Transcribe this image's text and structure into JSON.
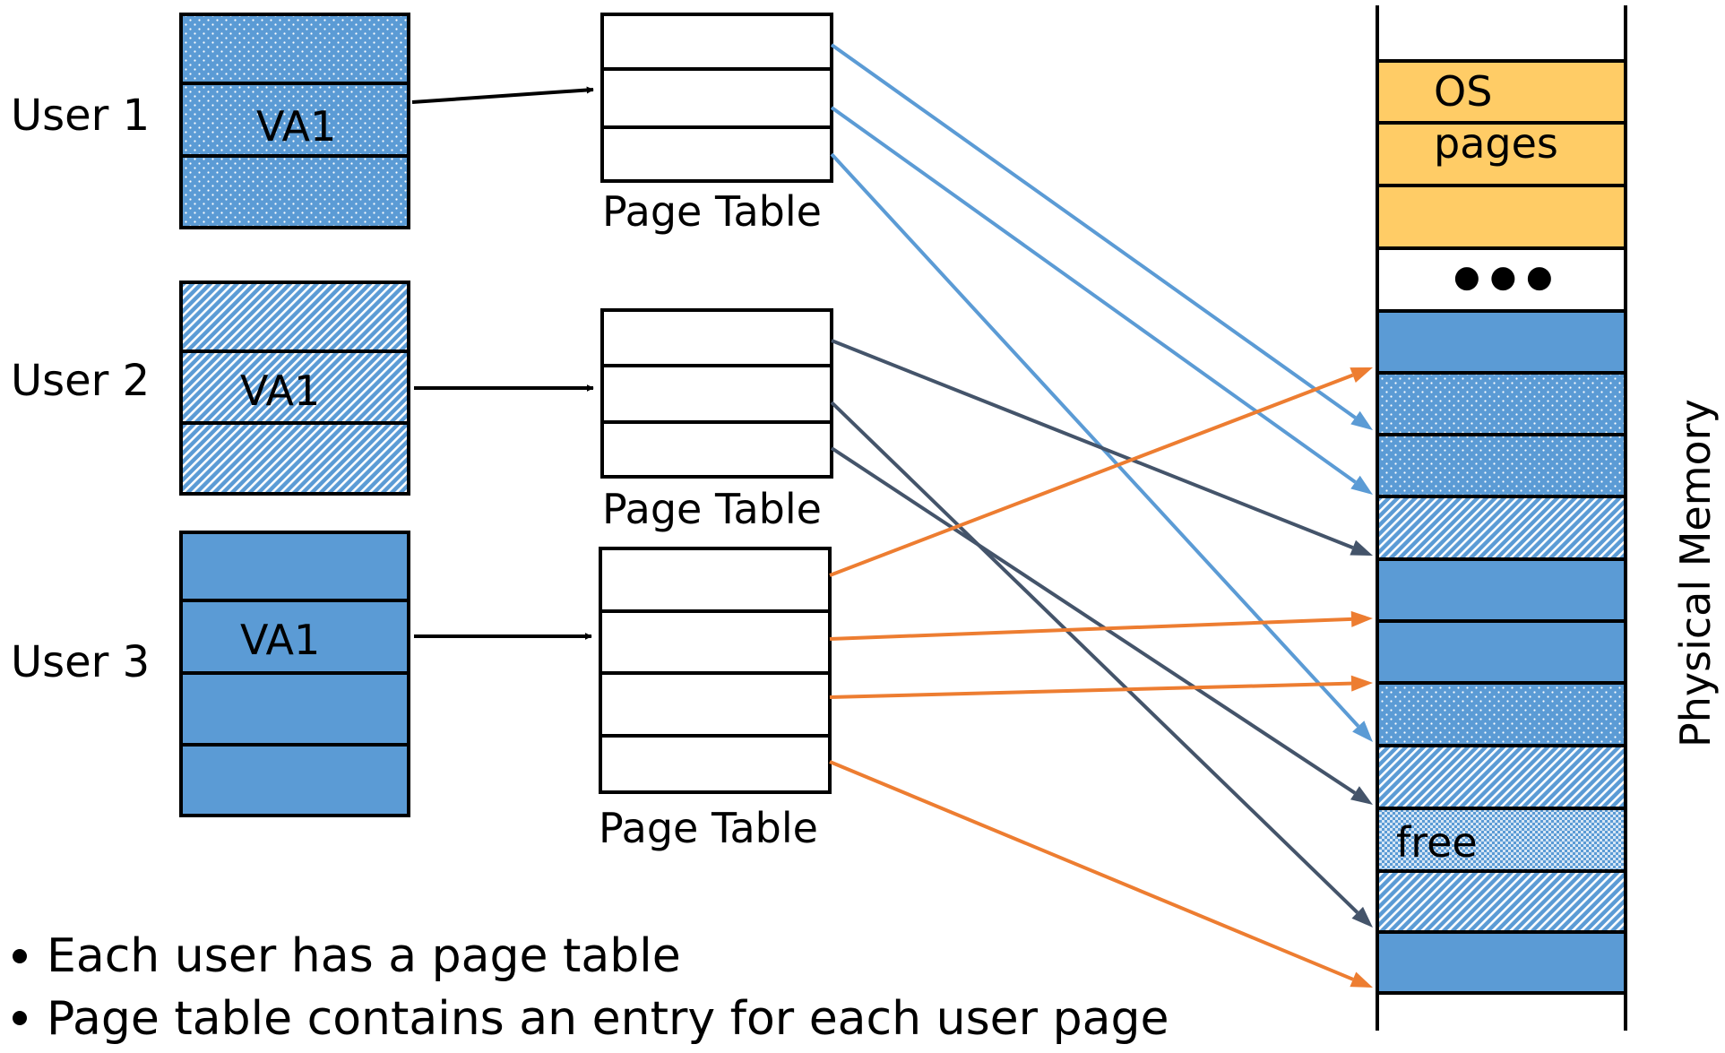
{
  "users": [
    {
      "label": "User 1",
      "va_label": "VA1",
      "page_table_label": "Page Table",
      "pattern": "dots"
    },
    {
      "label": "User 2",
      "va_label": "VA1",
      "page_table_label": "Page Table",
      "pattern": "hatch"
    },
    {
      "label": "User 3",
      "va_label": "VA1",
      "page_table_label": "Page Table",
      "pattern": "solid"
    }
  ],
  "physical_memory": {
    "label": "Physical Memory",
    "os_label_line1": "OS",
    "os_label_line2": "pages",
    "ellipsis": "● ● ●",
    "free_label": "free"
  },
  "bullets": [
    "Each user has a page table",
    "Page table contains an entry for each user page"
  ],
  "colors": {
    "blue_fill": "#5b9bd5",
    "os_fill": "#ffcc66",
    "user1_arrow": "#5b9bd5",
    "user2_arrow": "#44546a",
    "user3_arrow": "#ed7d31",
    "border": "#000000"
  }
}
